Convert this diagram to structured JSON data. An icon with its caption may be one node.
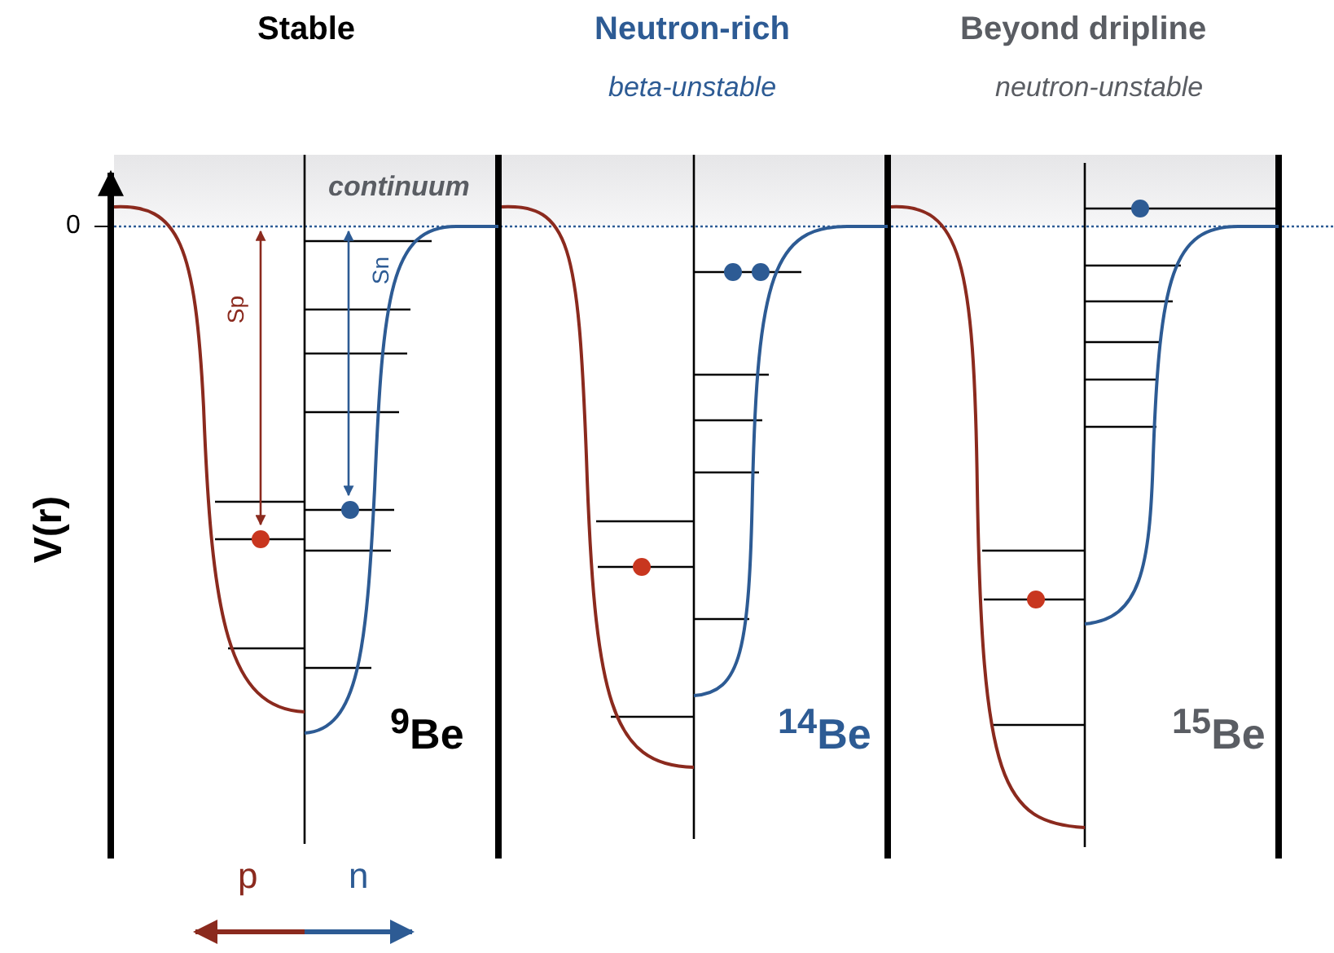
{
  "diagram": {
    "labels": [
      "Stable",
      "Neutron-rich",
      "beta-unstable",
      "Beyond dripline",
      "neutron-unstable",
      "continuum",
      "0",
      "V(r)",
      "Sp",
      "Sn",
      "$^{9}$Be",
      "$^{14}$Be",
      "$^{15}$Be",
      "p",
      "n"
    ]
  }
}
